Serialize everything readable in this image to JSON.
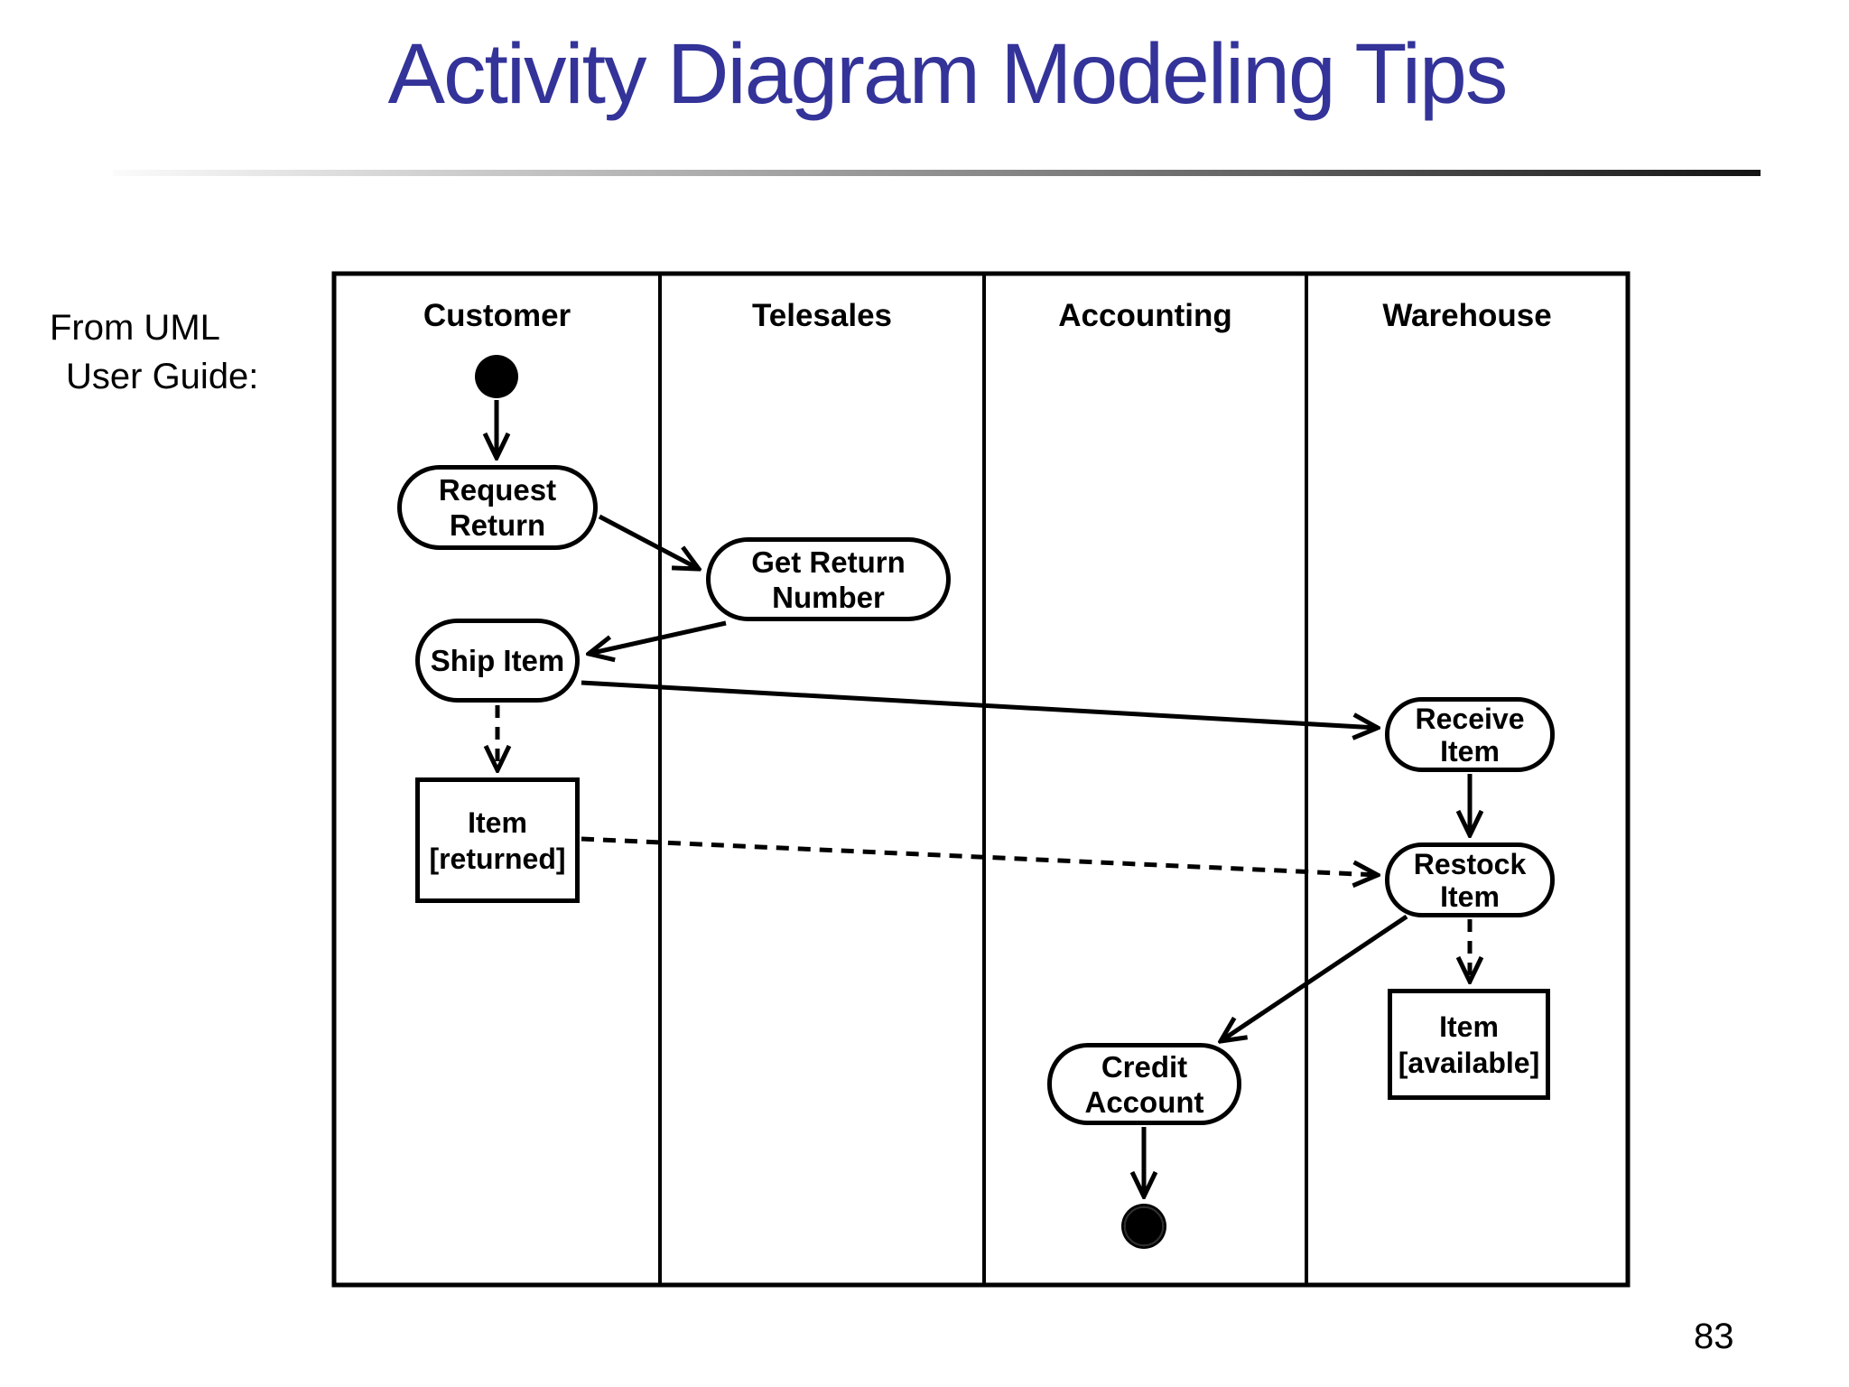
{
  "title": "Activity Diagram Modeling Tips",
  "source_note": {
    "line1": "From UML",
    "line2": "User Guide:"
  },
  "page_number": "83",
  "colors": {
    "title": "#333399",
    "stroke": "#000000",
    "background": "#ffffff"
  },
  "diagram": {
    "type": "uml-activity-swimlane",
    "lanes": [
      {
        "label": "Customer"
      },
      {
        "label": "Telesales"
      },
      {
        "label": "Accounting"
      },
      {
        "label": "Warehouse"
      }
    ],
    "nodes": {
      "initial": {
        "kind": "initial-node",
        "lane": "Customer"
      },
      "request_return": {
        "line1": "Request",
        "line2": "Return"
      },
      "get_return_number": {
        "line1": "Get Return",
        "line2": "Number"
      },
      "ship_item": {
        "label": "Ship Item"
      },
      "item_returned": {
        "line1": "Item",
        "line2": "[returned]"
      },
      "receive_item": {
        "line1": "Receive",
        "line2": "Item"
      },
      "restock_item": {
        "line1": "Restock",
        "line2": "Item"
      },
      "item_available": {
        "line1": "Item",
        "line2": "[available]"
      },
      "credit_account": {
        "line1": "Credit",
        "line2": "Account"
      },
      "final": {
        "kind": "final-node",
        "lane": "Accounting"
      }
    },
    "edges": [
      {
        "from": "initial",
        "to": "request_return",
        "style": "solid"
      },
      {
        "from": "request_return",
        "to": "get_return_number",
        "style": "solid"
      },
      {
        "from": "get_return_number",
        "to": "ship_item",
        "style": "solid"
      },
      {
        "from": "ship_item",
        "to": "receive_item",
        "style": "solid"
      },
      {
        "from": "ship_item",
        "to": "item_returned",
        "style": "dashed"
      },
      {
        "from": "item_returned",
        "to": "restock_item",
        "style": "dashed"
      },
      {
        "from": "receive_item",
        "to": "restock_item",
        "style": "solid"
      },
      {
        "from": "restock_item",
        "to": "credit_account",
        "style": "solid"
      },
      {
        "from": "restock_item",
        "to": "item_available",
        "style": "dashed"
      },
      {
        "from": "credit_account",
        "to": "final",
        "style": "solid"
      }
    ]
  }
}
